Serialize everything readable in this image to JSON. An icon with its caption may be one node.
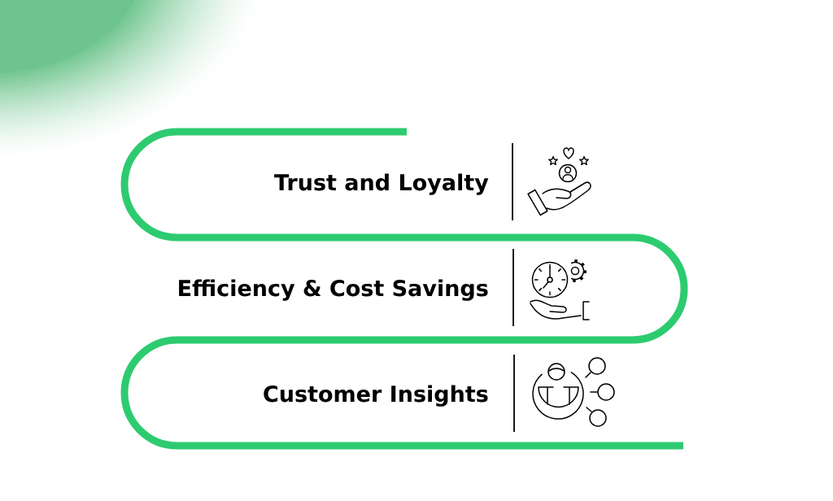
{
  "diagram": {
    "labels": [
      "Trust and Loyalty",
      "Efficiency & Cost Savings",
      "Customer Insights"
    ]
  }
}
